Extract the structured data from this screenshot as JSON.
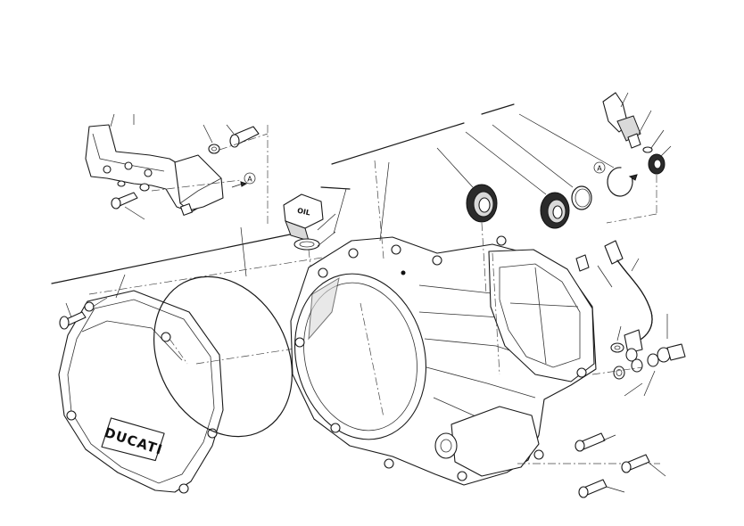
{
  "brand_text": "DUCATI",
  "cap_text": "OIL",
  "ref_marker_left": "A",
  "ref_marker_right": "A",
  "colors": {
    "line": "#1a1a1a",
    "shade": "#d9d9d9",
    "seal": "#2b2b2b",
    "background": "#ffffff"
  }
}
